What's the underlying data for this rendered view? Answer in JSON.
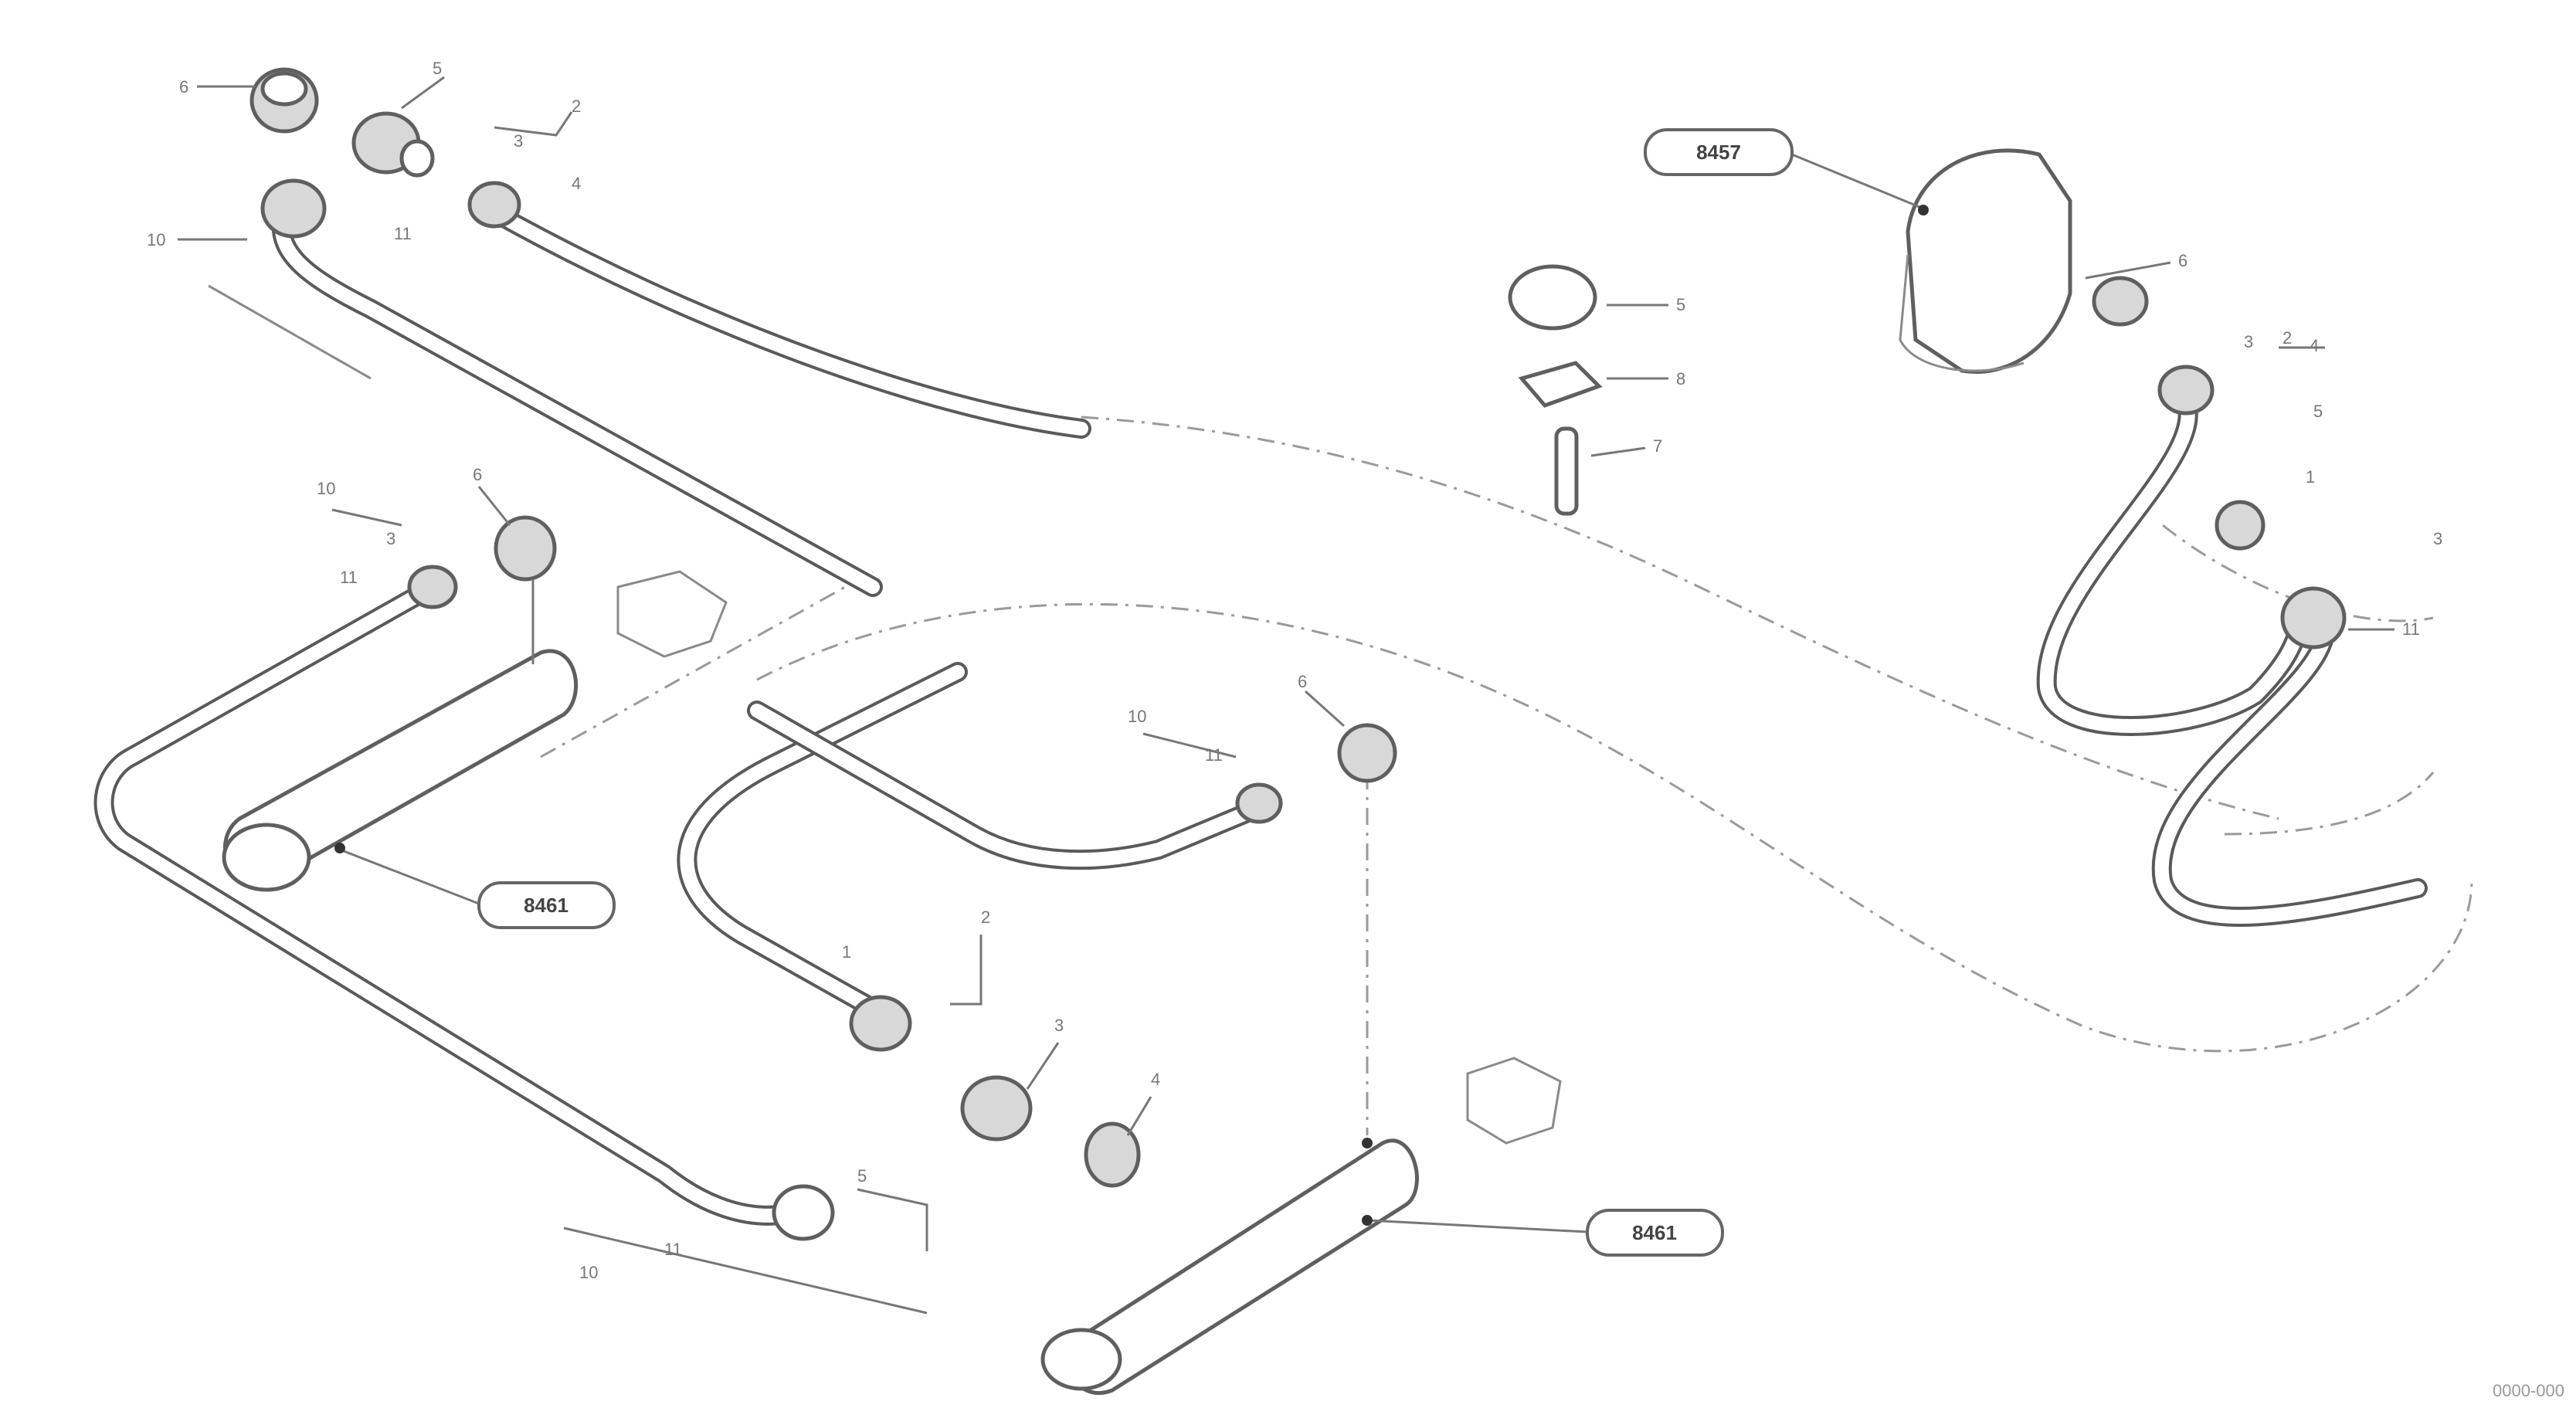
{
  "diagram": {
    "callouts": {
      "c1": "6",
      "c2": "5",
      "c3": "2",
      "c4": "3",
      "c5": "4",
      "c6": "10",
      "c7": "11",
      "c8": "10",
      "c9": "3",
      "c10": "11",
      "c11": "6",
      "c12": "10",
      "c13": "11",
      "c14": "6",
      "c15": "5",
      "c16": "8",
      "c17": "7",
      "c18": "6",
      "c19": "2",
      "c20": "3",
      "c21": "4",
      "c22": "5",
      "c23": "1",
      "c24": "3",
      "c25": "11",
      "c26": "1",
      "c27": "2",
      "c28": "3",
      "c29": "4",
      "c30": "5",
      "c31": "10",
      "c32": "11"
    },
    "references": {
      "r1": "8457",
      "r2": "8461",
      "r3": "8461"
    },
    "footer_code": "0000-000"
  }
}
